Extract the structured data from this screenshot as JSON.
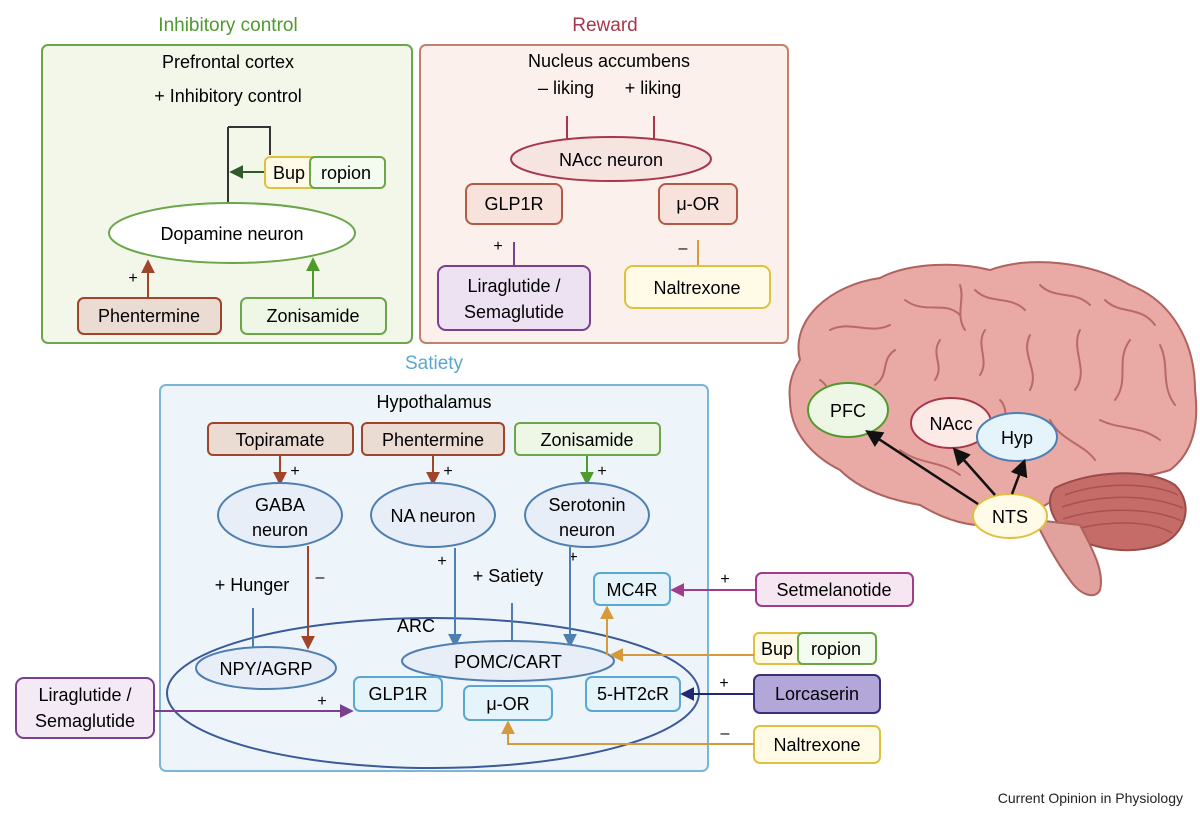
{
  "colors": {
    "inhibitory": "#4f9a2c",
    "reward": "#a8374b",
    "satiety": "#5aa8d2",
    "brown": "#a0442a",
    "navy": "#1f2a6e",
    "purple": "#7a3f8f",
    "orange": "#d69a3a",
    "steel": "#4f7fb0",
    "magenta": "#a03c8e",
    "darkgreen": "#2f5a2a"
  },
  "panels": {
    "inhibitory": {
      "title": "Inhibitory control",
      "region": "Prefrontal cortex",
      "effect": "+ Inhibitory control",
      "dopamine_neuron": "Dopamine neuron",
      "bupropion_a": "Bup",
      "bupropion_b": "ropion",
      "phentermine": "Phentermine",
      "zonisamide": "Zonisamide",
      "plus": "+"
    },
    "reward": {
      "title": "Reward",
      "region": "Nucleus accumbens",
      "minus_liking": "– liking",
      "plus_liking": "+ liking",
      "nacc_neuron": "NAcc neuron",
      "glp1r": "GLP1R",
      "mu_or": "μ-OR",
      "plus": "+",
      "minus": "–",
      "liraglutide_1": "Liraglutide /",
      "liraglutide_2": "Semaglutide",
      "naltrexone": "Naltrexone"
    },
    "satiety": {
      "title": "Satiety",
      "region": "Hypothalamus",
      "topiramate": "Topiramate",
      "phentermine": "Phentermine",
      "zonisamide": "Zonisamide",
      "gaba_1": "GABA",
      "gaba_2": "neuron",
      "na_neuron": "NA neuron",
      "serotonin_1": "Serotonin",
      "serotonin_2": "neuron",
      "hunger": "+ Hunger",
      "satiety_effect": "+ Satiety",
      "arc": "ARC",
      "npy": "NPY/AGRP",
      "pomc": "POMC/CART",
      "glp1r": "GLP1R",
      "mu_or": "μ-OR",
      "ht2cr": "5-HT2cR",
      "mc4r": "MC4R",
      "plus": "+",
      "minus": "–"
    }
  },
  "external_drugs": {
    "liraglutide_1": "Liraglutide /",
    "liraglutide_2": "Semaglutide",
    "setmelanotide": "Setmelanotide",
    "bupropion_a": "Bup",
    "bupropion_b": "ropion",
    "lorcaserin": "Lorcaserin",
    "naltrexone": "Naltrexone",
    "plus": "+",
    "minus": "–"
  },
  "brain": {
    "pfc": "PFC",
    "nacc": "NAcc",
    "hyp": "Hyp",
    "nts": "NTS"
  },
  "footer": "Current Opinion in Physiology"
}
